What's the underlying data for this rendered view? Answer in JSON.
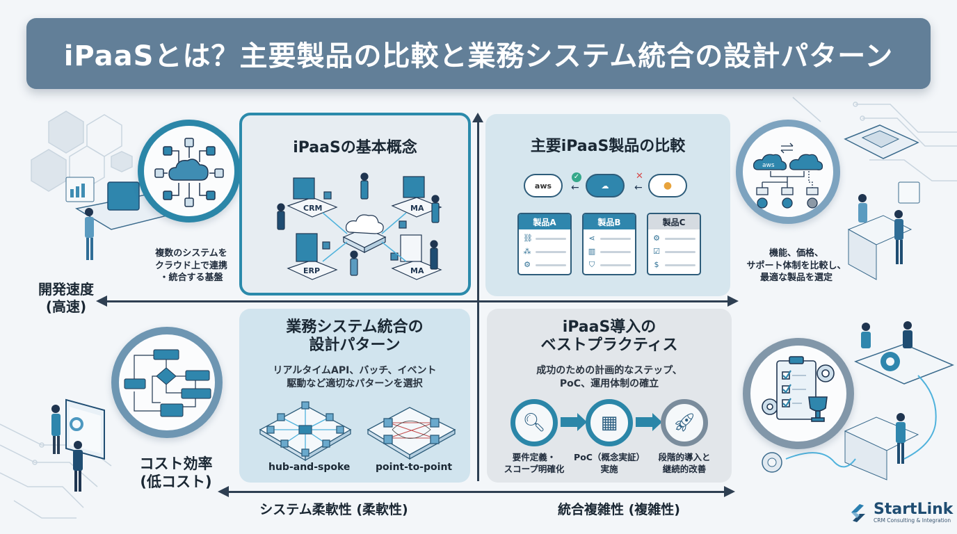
{
  "title": "iPaaSとは？主要製品の比較と業務システム統合の設計パターン",
  "axes": {
    "left_top": {
      "line1": "開発速度",
      "line2": "(高速)"
    },
    "left_bottom": {
      "line1": "コスト効率",
      "line2": "(低コスト)"
    },
    "bottom_left": "システム柔軟性 (柔軟性)",
    "bottom_right": "統合複雑性 (複雑性)"
  },
  "panels": {
    "basic_concept": {
      "title": "iPaaSの基本概念",
      "labels": [
        "CRM",
        "MA",
        "ERP",
        "MA"
      ],
      "caption": [
        "複数のシステムを",
        "クラウド上で連携",
        "・統合する基盤"
      ]
    },
    "product_comparison": {
      "title": "主要iPaaS製品の比較",
      "clouds": [
        "aws",
        "",
        ""
      ],
      "products": [
        {
          "name": "製品A",
          "icons": [
            "link-icon",
            "network-icon",
            "gear-icon"
          ]
        },
        {
          "name": "製品B",
          "icons": [
            "share-icon",
            "book-icon",
            "shield-icon"
          ]
        },
        {
          "name": "製品C",
          "icons": [
            "gears-icon",
            "checkbox-icon",
            "money-bag-icon"
          ]
        }
      ],
      "caption": [
        "機能、価格、",
        "サポート体制を比較し、",
        "最適な製品を選定"
      ],
      "circle_cloud_label": "aws"
    },
    "design_patterns": {
      "title": [
        "業務システム統合の",
        "設計パターン"
      ],
      "subtitle": [
        "リアルタイムAPI、バッチ、イベント",
        "駆動など適切なパターンを選択"
      ],
      "patterns": [
        "hub-and-spoke",
        "point-to-point"
      ]
    },
    "best_practices": {
      "title": [
        "iPaaS導入の",
        "ベストプラクティス"
      ],
      "subtitle": [
        "成功のための計画的なステップ、",
        "PoC、運用体制の確立"
      ],
      "steps": [
        {
          "icon": "magnifier-icon",
          "label": [
            "要件定義・",
            "スコープ明確化"
          ]
        },
        {
          "icon": "puzzle-icon",
          "label": [
            "PoC（概念実証）",
            "実施"
          ]
        },
        {
          "icon": "rocket-icon",
          "label": [
            "段階的導入と",
            "継続的改善"
          ]
        }
      ]
    }
  },
  "logo": {
    "name": "StartLink",
    "tagline": "CRM Consulting & Integration"
  },
  "colors": {
    "title_bg": "#627f98",
    "accent": "#2b86a8",
    "axis": "#2e3f52",
    "dark_text": "#1a2733"
  }
}
